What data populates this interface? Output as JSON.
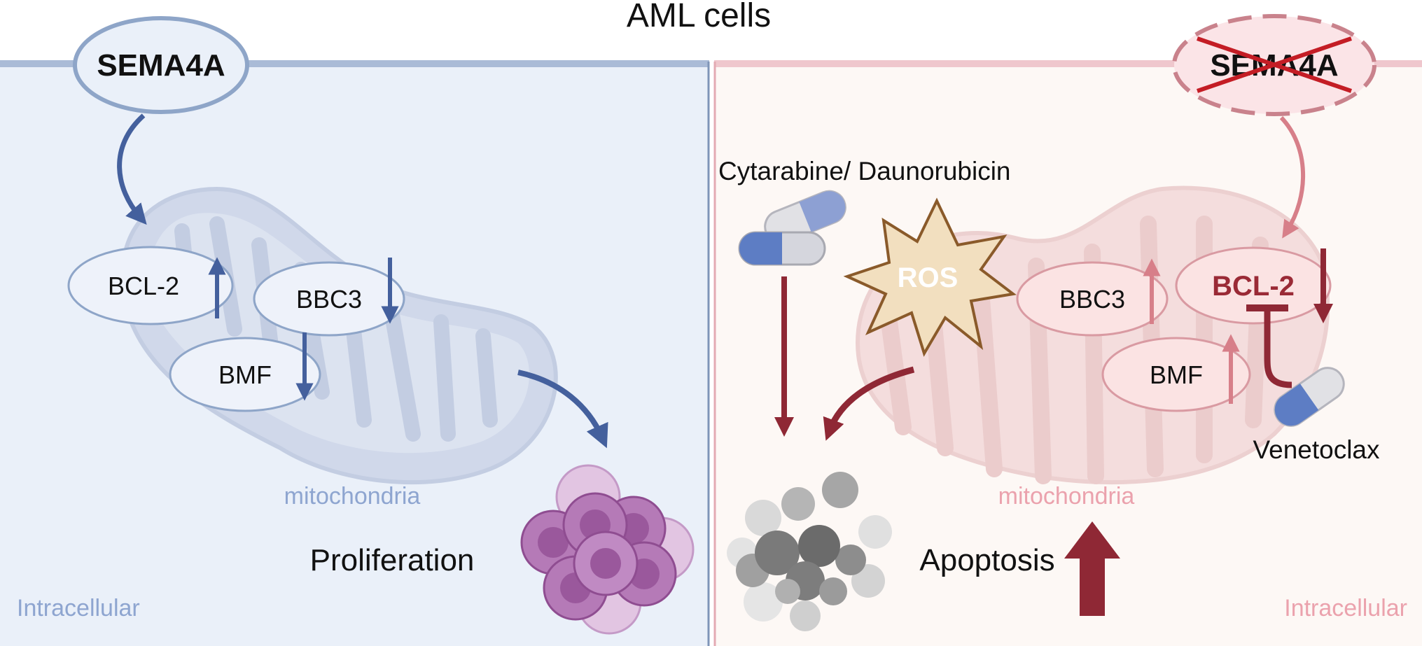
{
  "title": "AML cells",
  "left": {
    "receptor": "SEMA4A",
    "genes": {
      "bcl2": "BCL-2",
      "bbc3": "BBC3",
      "bmf": "BMF"
    },
    "organelle": "mitochondria",
    "outcome": "Proliferation",
    "region": "Intracellular"
  },
  "right": {
    "receptor": "SEMA4A",
    "drug_chemo": "Cytarabine/ Daunorubicin",
    "ros": "ROS",
    "genes": {
      "bcl2": "BCL-2",
      "bbc3": "BBC3",
      "bmf": "BMF"
    },
    "drug_inhibitor": "Venetoclax",
    "organelle": "mitochondria",
    "outcome": "Apoptosis",
    "region": "Intracellular"
  },
  "colors": {
    "left_panel": "#eaf0f9",
    "left_border": "#8ea5c8",
    "blue_arrow": "#44609d",
    "right_panel": "#fdf8f5",
    "right_border": "#e3aab3",
    "red_arrow": "#8f2835",
    "pink_arrow": "#d77f89",
    "ros_fill": "#f2dfbf",
    "ros_stroke": "#8a5a2a"
  }
}
